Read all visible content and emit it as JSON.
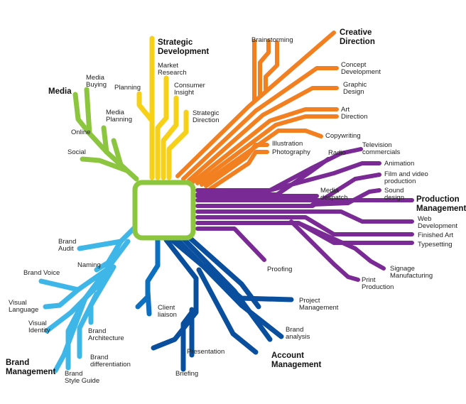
{
  "colors": {
    "media": "#8cc63f",
    "strategic": "#f7d117",
    "creative": "#f28021",
    "production": "#7a2a95",
    "account_dark": "#0a4f9e",
    "account_mid": "#0c6fc0",
    "brand_light": "#3fb6e8",
    "brand_mid": "#2a9ad8",
    "hub_border": "#8cc63f"
  },
  "headings": {
    "media": "Media",
    "strategic_1": "Strategic",
    "strategic_2": "Development",
    "creative_1": "Creative",
    "creative_2": "Direction",
    "production_1": "Production",
    "production_2": "Management",
    "account_1": "Account",
    "account_2": "Management",
    "brand_1": "Brand",
    "brand_2": "Management"
  },
  "media": {
    "buying_1": "Media",
    "buying_2": "Buying",
    "planning_1": "Media",
    "planning_2": "Planning",
    "online": "Online",
    "social": "Social"
  },
  "strategic": {
    "planning": "Planning",
    "market_1": "Market",
    "market_2": "Research",
    "consumer_1": "Consumer",
    "consumer_2": "Insight",
    "direction_1": "Strategic",
    "direction_2": "Direction"
  },
  "creative": {
    "brainstorming": "Brainstorming",
    "concept_1": "Concept",
    "concept_2": "Development",
    "graphic_1": "Graphic",
    "graphic_2": "Design",
    "art_1": "Art",
    "art_2": "Direction",
    "copywriting": "Copywriting",
    "illustration": "Illustration",
    "photography": "Photography"
  },
  "production": {
    "radio": "Radio",
    "tv_1": "Television",
    "tv_2": "commercials",
    "animation": "Animation",
    "film_1": "Film and video",
    "film_2": "production",
    "despatch_1": "Media",
    "despatch_2": "despatch",
    "sound_1": "Sound",
    "sound_2": "design",
    "web_1": "Web",
    "web_2": "Development",
    "finished_art": "Finished Art",
    "typesetting": "Typesetting",
    "proofing": "Proofing",
    "signage_1": "Signage",
    "signage_2": "Manufacturing",
    "print_1": "Print",
    "print_2": "Production"
  },
  "account": {
    "client_1": "Client",
    "client_2": "liaison",
    "project_1": "Project",
    "project_2": "Management",
    "brand_analysis_1": "Brand",
    "brand_analysis_2": "analysis",
    "presentation": "Presentation",
    "briefing": "Briefing"
  },
  "brand": {
    "audit_1": "Brand",
    "audit_2": "Audit",
    "naming": "Naming",
    "voice": "Brand Voice",
    "visual_lang_1": "Visual",
    "visual_lang_2": "Language",
    "visual_id_1": "Visual",
    "visual_id_2": "Identity",
    "architecture_1": "Brand",
    "architecture_2": "Architecture",
    "differentiation_1": "Brand",
    "differentiation_2": "differentiation",
    "style_1": "Brand",
    "style_2": "Style Guide"
  }
}
